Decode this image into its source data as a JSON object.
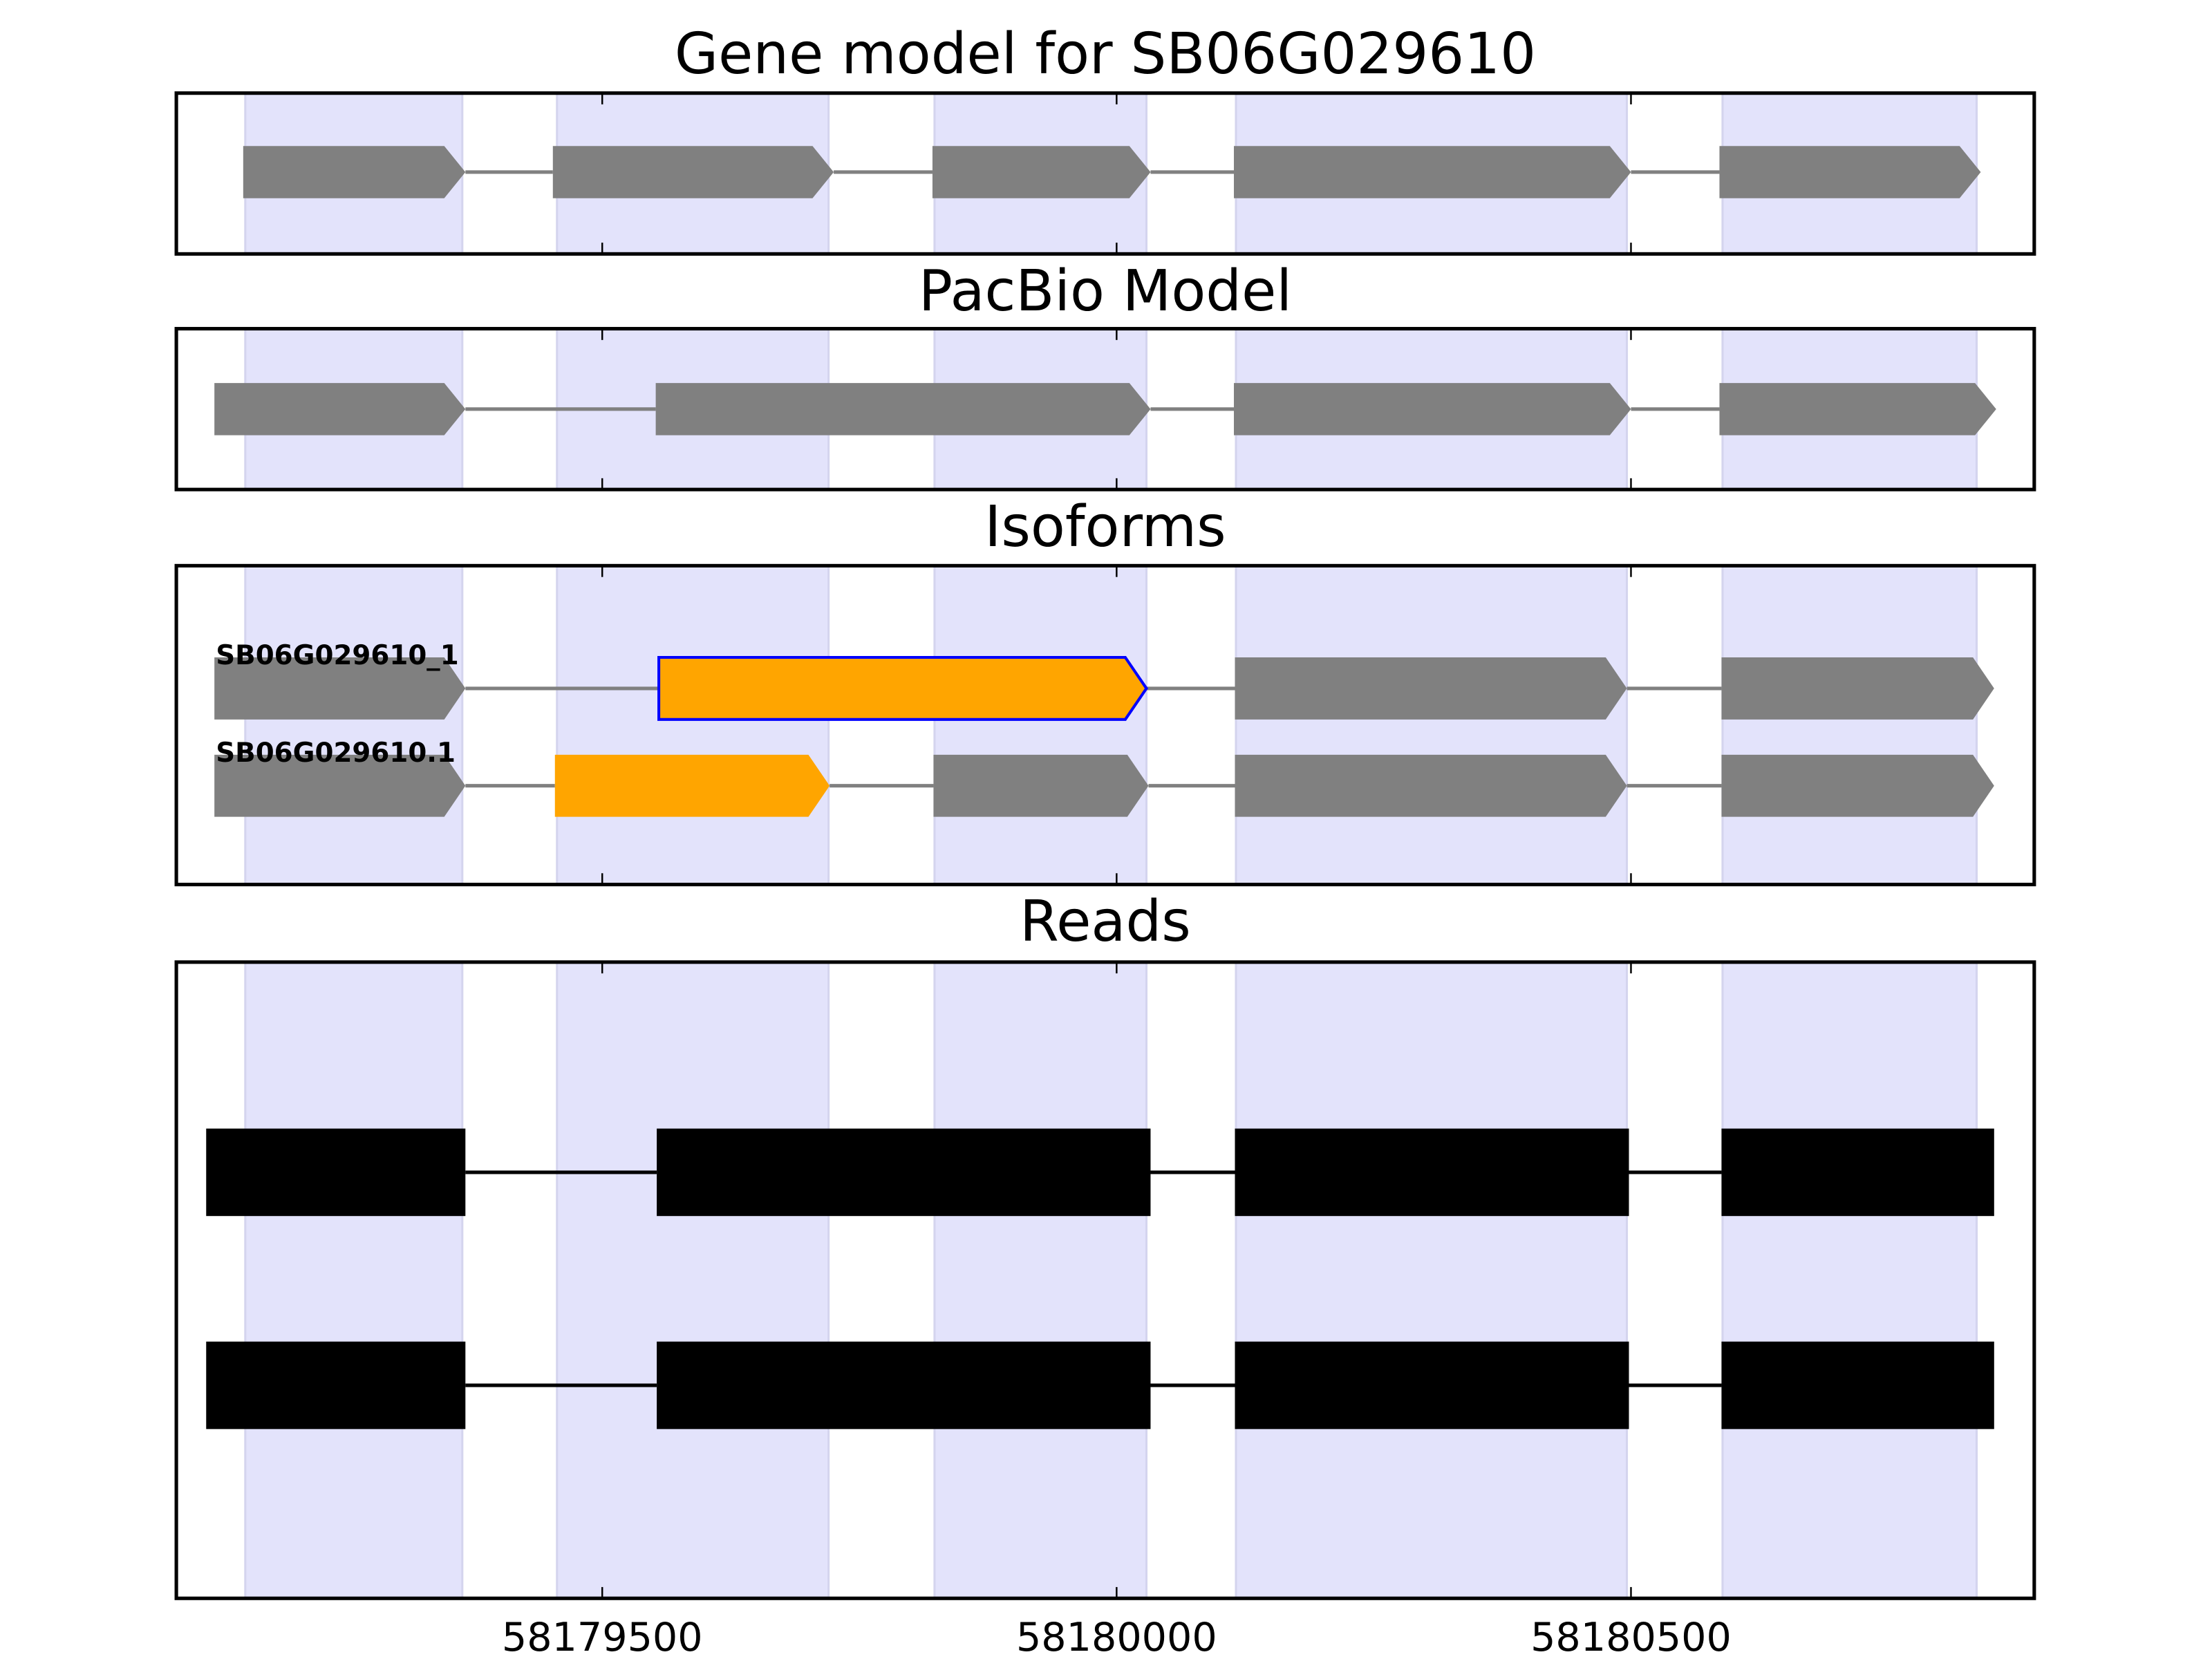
{
  "chart_data": {
    "type": "gene-track",
    "xlim": [
      58179086,
      58180892
    ],
    "xticks": [
      58179500,
      58180000,
      58180500
    ],
    "xtick_labels": [
      "58179500",
      "58180000",
      "58180500"
    ],
    "shaded_exons": [
      [
        58179153,
        58179364
      ],
      [
        58179456,
        58179720
      ],
      [
        58179823,
        58180029
      ],
      [
        58180116,
        58180496
      ],
      [
        58180589,
        58180836
      ]
    ],
    "colors": {
      "exon": "#808080",
      "intron": "#808080",
      "highlight": "#ffa500",
      "highlight_edge": "#0000ff",
      "shade": "#e3e3fb",
      "read": "#000000"
    },
    "panels": [
      {
        "title": "Gene model for SB06G029610",
        "tracks": [
          {
            "label": "",
            "exons": [
              [
                58179151,
                58179367
              ],
              [
                58179452,
                58179725
              ],
              [
                58179821,
                58180033
              ],
              [
                58180114,
                58180500
              ],
              [
                58180586,
                58180840
              ]
            ],
            "highlight": [],
            "outlined": []
          }
        ]
      },
      {
        "title": "PacBio Model",
        "tracks": [
          {
            "label": "",
            "exons": [
              [
                58179123,
                58179367
              ],
              [
                58179552,
                58180033
              ],
              [
                58180114,
                58180500
              ],
              [
                58180586,
                58180855
              ]
            ],
            "highlight": [],
            "outlined": []
          }
        ]
      },
      {
        "title": "Isoforms",
        "tracks": [
          {
            "label": "SB06G029610_1",
            "exons": [
              [
                58179123,
                58179367
              ],
              [
                58179555,
                58180029
              ],
              [
                58180115,
                58180496
              ],
              [
                58180588,
                58180853
              ]
            ],
            "highlight": [
              1
            ],
            "outlined": [
              1
            ]
          },
          {
            "label": "SB06G029610.1",
            "exons": [
              [
                58179123,
                58179367
              ],
              [
                58179454,
                58179721
              ],
              [
                58179822,
                58180031
              ],
              [
                58180115,
                58180496
              ],
              [
                58180588,
                58180853
              ]
            ],
            "highlight": [
              1
            ],
            "outlined": []
          }
        ]
      },
      {
        "title": "Reads",
        "reads": [
          {
            "exons": [
              [
                58179115,
                58179367
              ],
              [
                58179553,
                58180033
              ],
              [
                58180115,
                58180498
              ],
              [
                58180588,
                58180853
              ]
            ]
          },
          {
            "exons": [
              [
                58179115,
                58179367
              ],
              [
                58179553,
                58180033
              ],
              [
                58180115,
                58180498
              ],
              [
                58180588,
                58180853
              ]
            ]
          }
        ]
      }
    ]
  }
}
